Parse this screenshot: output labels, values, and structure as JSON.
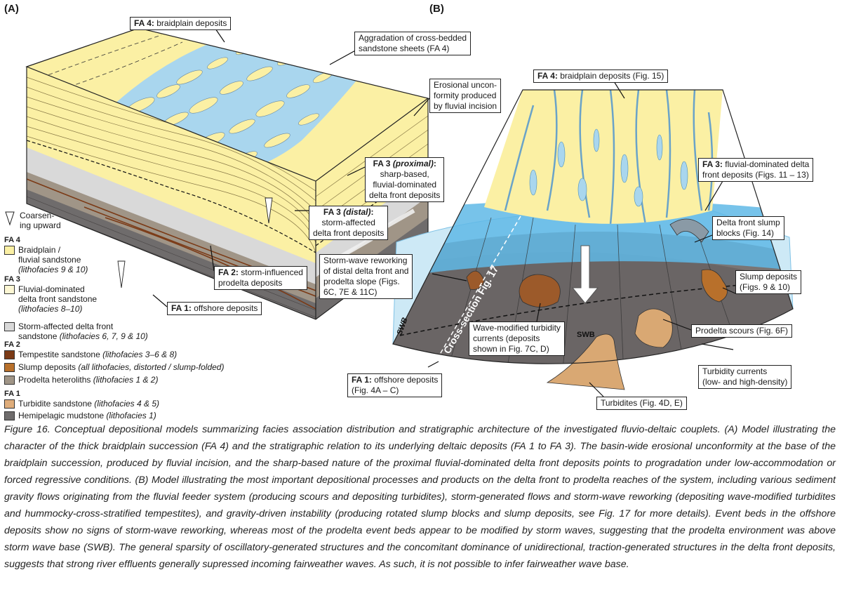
{
  "panels": {
    "a": "(A)",
    "b": "(B)"
  },
  "panel_a": {
    "fa4_title": "FA 4:",
    "fa4_text": "braidplain deposits",
    "aggradation": [
      "Aggradation of cross-bedded",
      "sandstone sheets (FA 4)"
    ],
    "unconformity": [
      "Erosional uncon-",
      "formity produced",
      "by fluvial incision"
    ],
    "fa3_prox_title": "FA 3",
    "fa3_prox_sub": "(proximal)",
    "fa3_prox_text": [
      "sharp-based,",
      "fluvial-dominated",
      "delta front deposits"
    ],
    "fa3_dist_title": "FA 3",
    "fa3_dist_sub": "(distal)",
    "fa3_dist_text": [
      "storm-affected",
      "delta front deposits"
    ],
    "fa2_title": "FA 2:",
    "fa2_text": [
      "storm-influenced",
      "prodelta deposits"
    ],
    "fa1_title": "FA 1:",
    "fa1_text": "offshore deposits"
  },
  "legend": {
    "coarsening": [
      "Coarsen-",
      "ing upward"
    ],
    "groups": [
      {
        "head": "FA 4",
        "items": [
          {
            "label": [
              "Braidplain /",
              "fluvial sandstone"
            ],
            "lith": "(lithofacies 9 & 10)",
            "color": "#fbf0a4"
          }
        ]
      },
      {
        "head": "FA 3",
        "items": [
          {
            "label": [
              "Fluvial-dominated",
              "delta front sandstone"
            ],
            "lith": "(lithofacies 8–10)",
            "color": "#fdf7d4"
          },
          {
            "label": [
              "Storm-affected delta front",
              "sandstone"
            ],
            "lith": "(lithofacies 6, 7, 9 & 10)",
            "color": "#d9d9d9"
          }
        ]
      },
      {
        "head": "FA 2",
        "items": [
          {
            "label": [
              "Tempestite sandstone"
            ],
            "lith": "(lithofacies 3–6 & 8)",
            "color": "#7b3a16"
          },
          {
            "label": [
              "Slump deposits"
            ],
            "lith": "(all lithofacies, distorted / slump-folded)",
            "color": "#b8702b"
          },
          {
            "label": [
              "Prodelta heteroliths"
            ],
            "lith": "(lithofacies 1 & 2)",
            "color": "#a09587"
          }
        ]
      },
      {
        "head": "FA 1",
        "items": [
          {
            "label": [
              "Turbidite sandstone"
            ],
            "lith": "(lithofacies 4 & 5)",
            "color": "#dfad7b"
          },
          {
            "label": [
              "Hemipelagic mudstone"
            ],
            "lith": "(lithofacies 1)",
            "color": "#6f6c6c"
          }
        ]
      }
    ]
  },
  "panel_b": {
    "fa4_title": "FA 4:",
    "fa4_text": "braidplain deposits (Fig. 15)",
    "fa3_title": "FA 3:",
    "fa3_text": [
      "fluvial-dominated delta",
      "front deposits (Figs. 11 – 13)"
    ],
    "slump_blocks": [
      "Delta front slump",
      "blocks (Fig. 14)"
    ],
    "slump_deposits": [
      "Slump deposits",
      "(Figs. 9 & 10)"
    ],
    "prodelta_scours": "Prodelta scours (Fig. 6F)",
    "turbidity_currents": [
      "Turbidity currents",
      "(low- and high-density)"
    ],
    "turbidites": "Turbidites (Fig. 4D, E)",
    "storm_wave": [
      "Storm-wave reworking",
      "of distal delta front and",
      "prodelta slope (Figs.",
      "6C, 7E & 11C)"
    ],
    "wave_modified": [
      "Wave-modified turbidity",
      "currents (deposits",
      "shown in Fig. 7C, D)"
    ],
    "fa1_title": "FA 1:",
    "fa1_text": [
      "offshore deposits",
      "(Fig. 4A – C)"
    ],
    "swb": "SWB",
    "cross_section": "Cross-section Fig. 17"
  },
  "colors": {
    "sand": "#fbf0a4",
    "water": "#a9d6ee",
    "deep_water": "#5fb8e6",
    "mud": "#7a7574",
    "slump": "#9c5a2a",
    "turbidite": "#d9a873",
    "outline": "#222222"
  },
  "caption": "Figure 16. Conceptual depositional models summarizing facies association distribution and stratigraphic architecture of the investigated fluvio-deltaic couplets. (A) Model illustrating the character of the thick braidplain succession (FA 4) and the stratigraphic relation to its underlying deltaic deposits (FA 1 to FA 3). The basin-wide erosional unconformity at the base of the braidplain succession, produced by fluvial incision, and the sharp-based nature of the proximal fluvial-dominated delta front deposits points to progradation under low-accommodation or forced regressive conditions. (B) Model illustrating the most important depositional processes and products on the delta front to prodelta reaches of the system, including various sediment gravity flows originating from the fluvial feeder system (producing scours and depositing turbidites), storm-generated flows and storm-wave reworking (depositing wave-modified turbidites and hummocky-cross-stratified tempestites), and gravity-driven instability (producing rotated slump blocks and slump deposits, see Fig. 17 for more details). Event beds in the offshore deposits show no signs of storm-wave reworking, whereas most of the prodelta event beds appear to be modified by storm waves, suggesting that the prodelta environment was above storm wave base (SWB). The general sparsity of oscillatory-generated structures and the concomitant dominance of unidirectional, traction-generated structures in the delta front deposits, suggests that strong river effluents generally supressed incoming fairweather waves. As such, it is not possible to infer fairweather wave base."
}
